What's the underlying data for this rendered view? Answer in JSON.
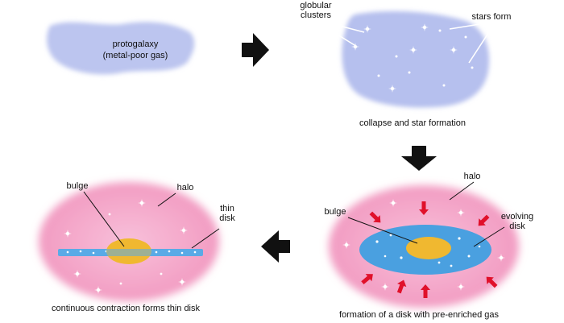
{
  "colors": {
    "gas_blue": "#b8c2ee",
    "halo_pink": "#f4a8c8",
    "disk_blue": "#4aa0e0",
    "bulge_yellow": "#f0b830",
    "inflow_red": "#e0102a",
    "arrow_black": "#111111"
  },
  "panels": {
    "protogalaxy": {
      "label_line1": "protogalaxy",
      "label_line2": "(metal-poor gas)"
    },
    "collapse": {
      "globular_line1": "globular",
      "globular_line2": "clusters",
      "stars_form": "stars form",
      "caption": "collapse and star formation"
    },
    "disk_formation": {
      "halo": "halo",
      "bulge": "bulge",
      "evolving_line1": "evolving",
      "evolving_line2": "disk",
      "caption": "formation of a disk with pre-enriched gas"
    },
    "thin_disk": {
      "bulge": "bulge",
      "halo": "halo",
      "thin_line1": "thin",
      "thin_line2": "disk",
      "caption": "continuous contraction forms thin disk"
    }
  },
  "icons": [
    "right-arrow-icon",
    "down-arrow-icon",
    "left-arrow-icon",
    "inflow-arrow-icon",
    "sparkle-icon"
  ]
}
